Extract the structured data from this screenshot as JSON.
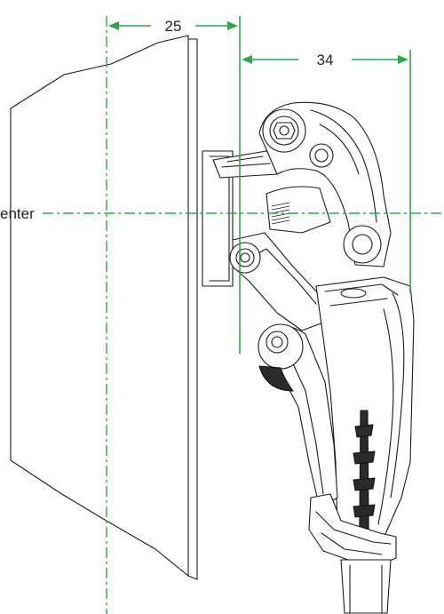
{
  "dimensions": {
    "left_value": "25",
    "right_value": "34"
  },
  "labels": {
    "center_line": "enter"
  },
  "colors": {
    "dimension": "#2aa84a",
    "ink": "#1a1a1a",
    "background": "#ffffff"
  }
}
